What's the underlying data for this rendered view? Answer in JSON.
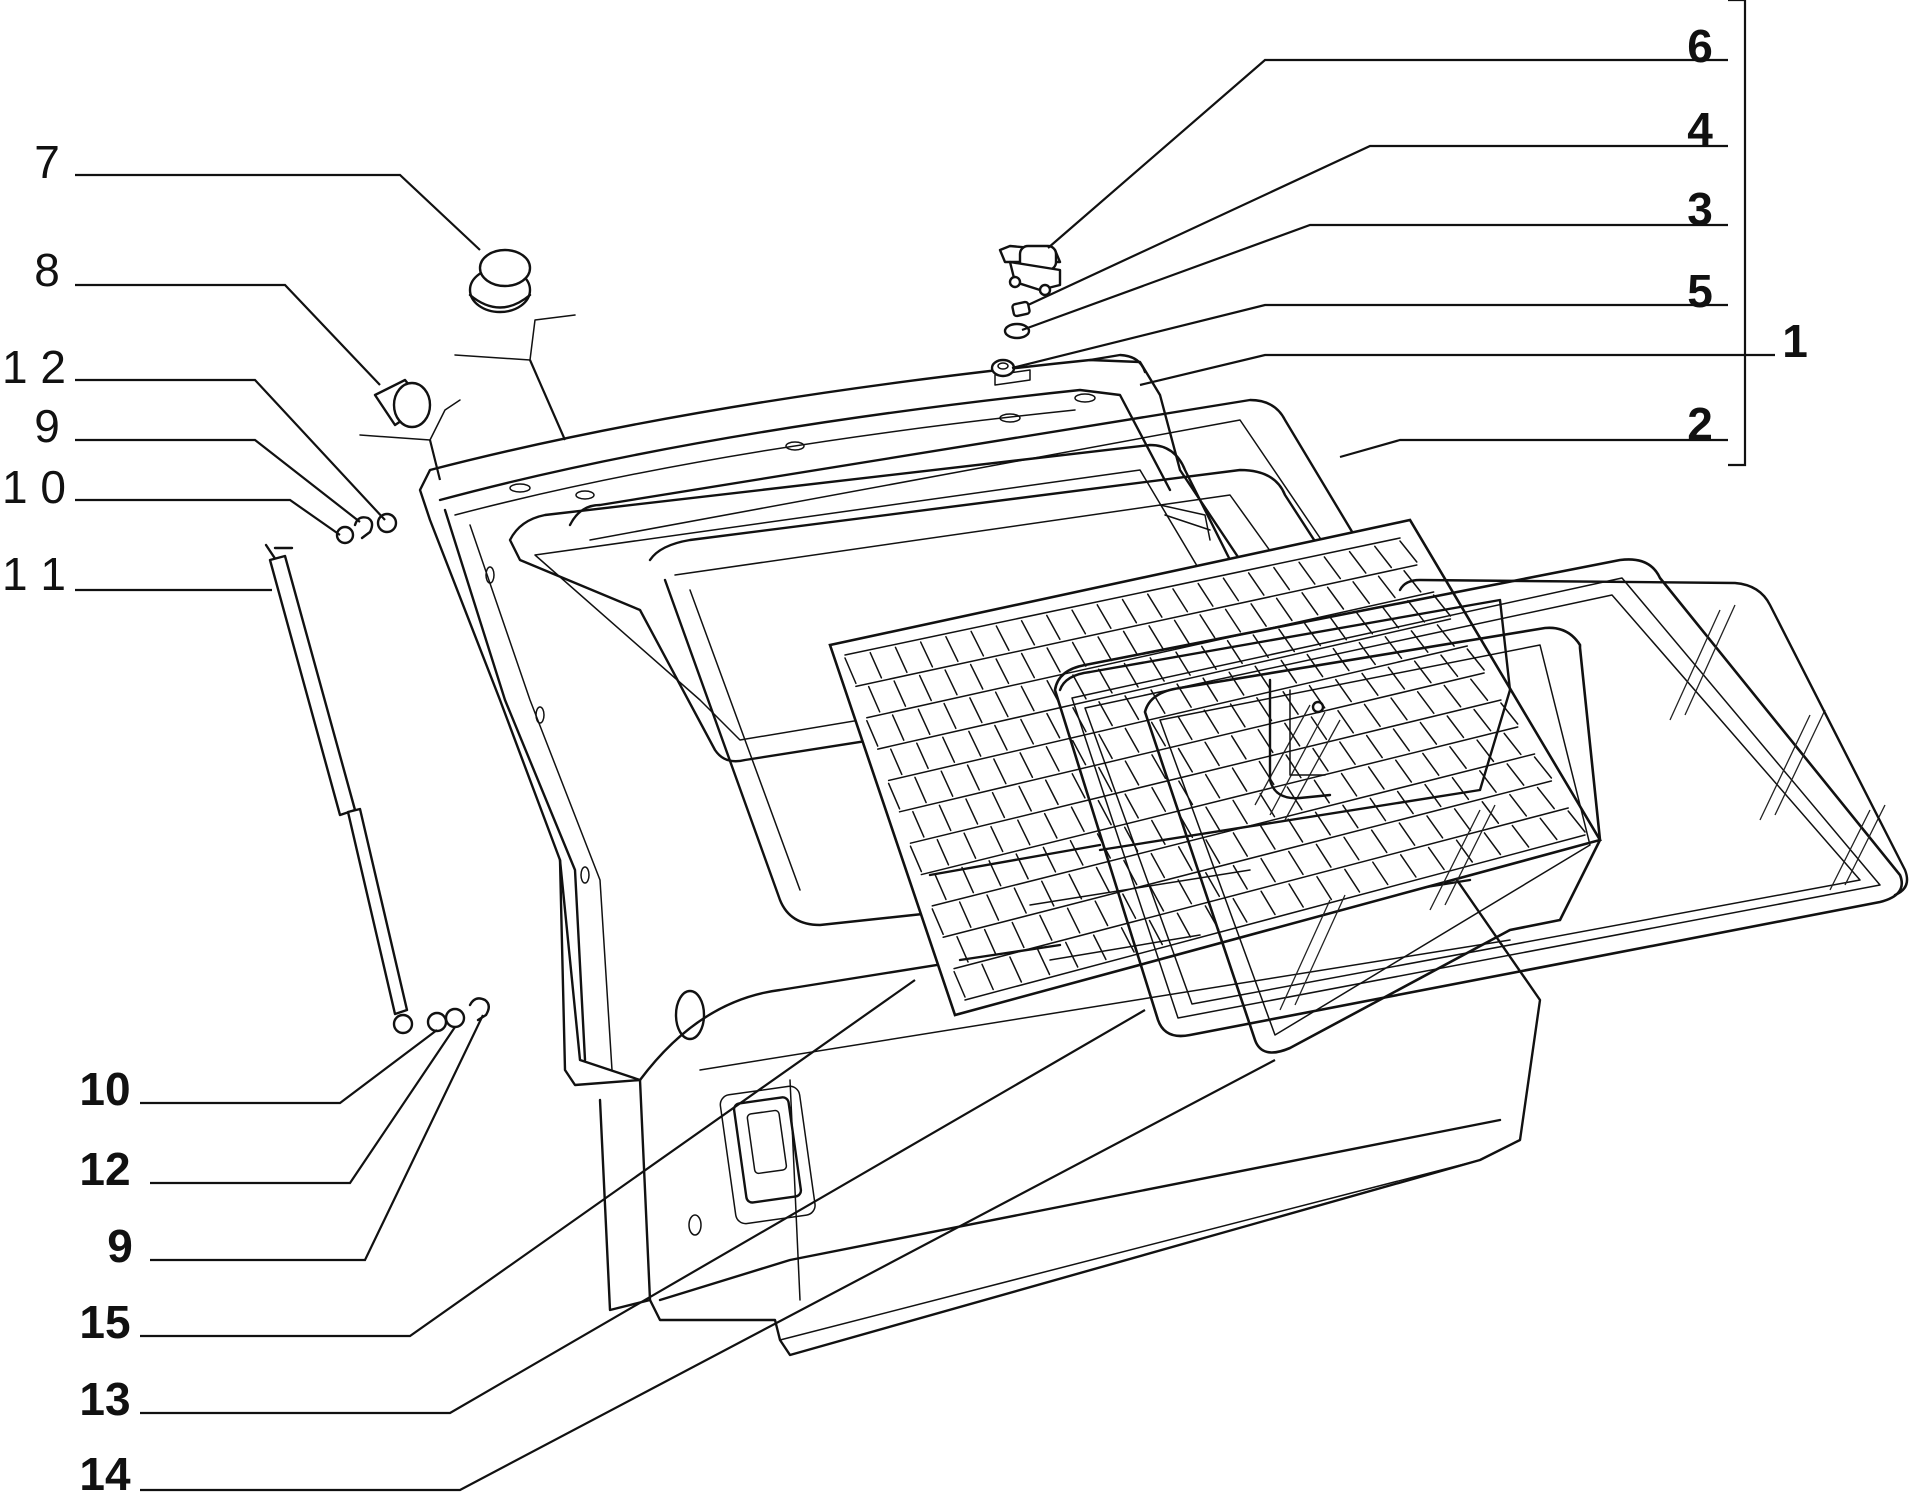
{
  "callouts": {
    "c6": "6",
    "c4": "4",
    "c3": "3",
    "c5": "5",
    "c1": "1",
    "c2": "2",
    "c7": "7",
    "c8": "8",
    "c12_top": "1 2",
    "c9_top": "9",
    "c10_top": "1 0",
    "c11": "1 1",
    "c10_bottom": "10",
    "c12_bottom": "12",
    "c9_bottom": "9",
    "c15": "15",
    "c13": "13",
    "c14": "14"
  }
}
